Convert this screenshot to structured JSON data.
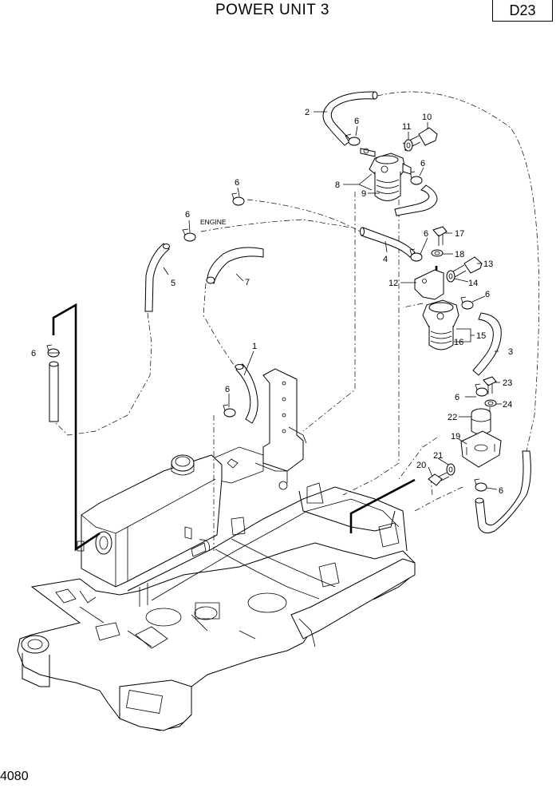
{
  "header": {
    "title": "POWER UNIT 3",
    "code": "D23"
  },
  "footer": {
    "page_number": "4080"
  },
  "labels": {
    "engine": "ENGINE",
    "p1": "1",
    "p2": "2",
    "p3": "3",
    "p4": "4",
    "p5": "5",
    "p6": "6",
    "p7": "7",
    "p8": "8",
    "p9": "9",
    "p10": "10",
    "p11": "11",
    "p12": "12",
    "p13": "13",
    "p14": "14",
    "p15": "15",
    "p16": "16",
    "p17": "17",
    "p18": "18",
    "p19": "19",
    "p20": "20",
    "p21": "21",
    "p22": "22",
    "p23": "23",
    "p24": "24"
  }
}
